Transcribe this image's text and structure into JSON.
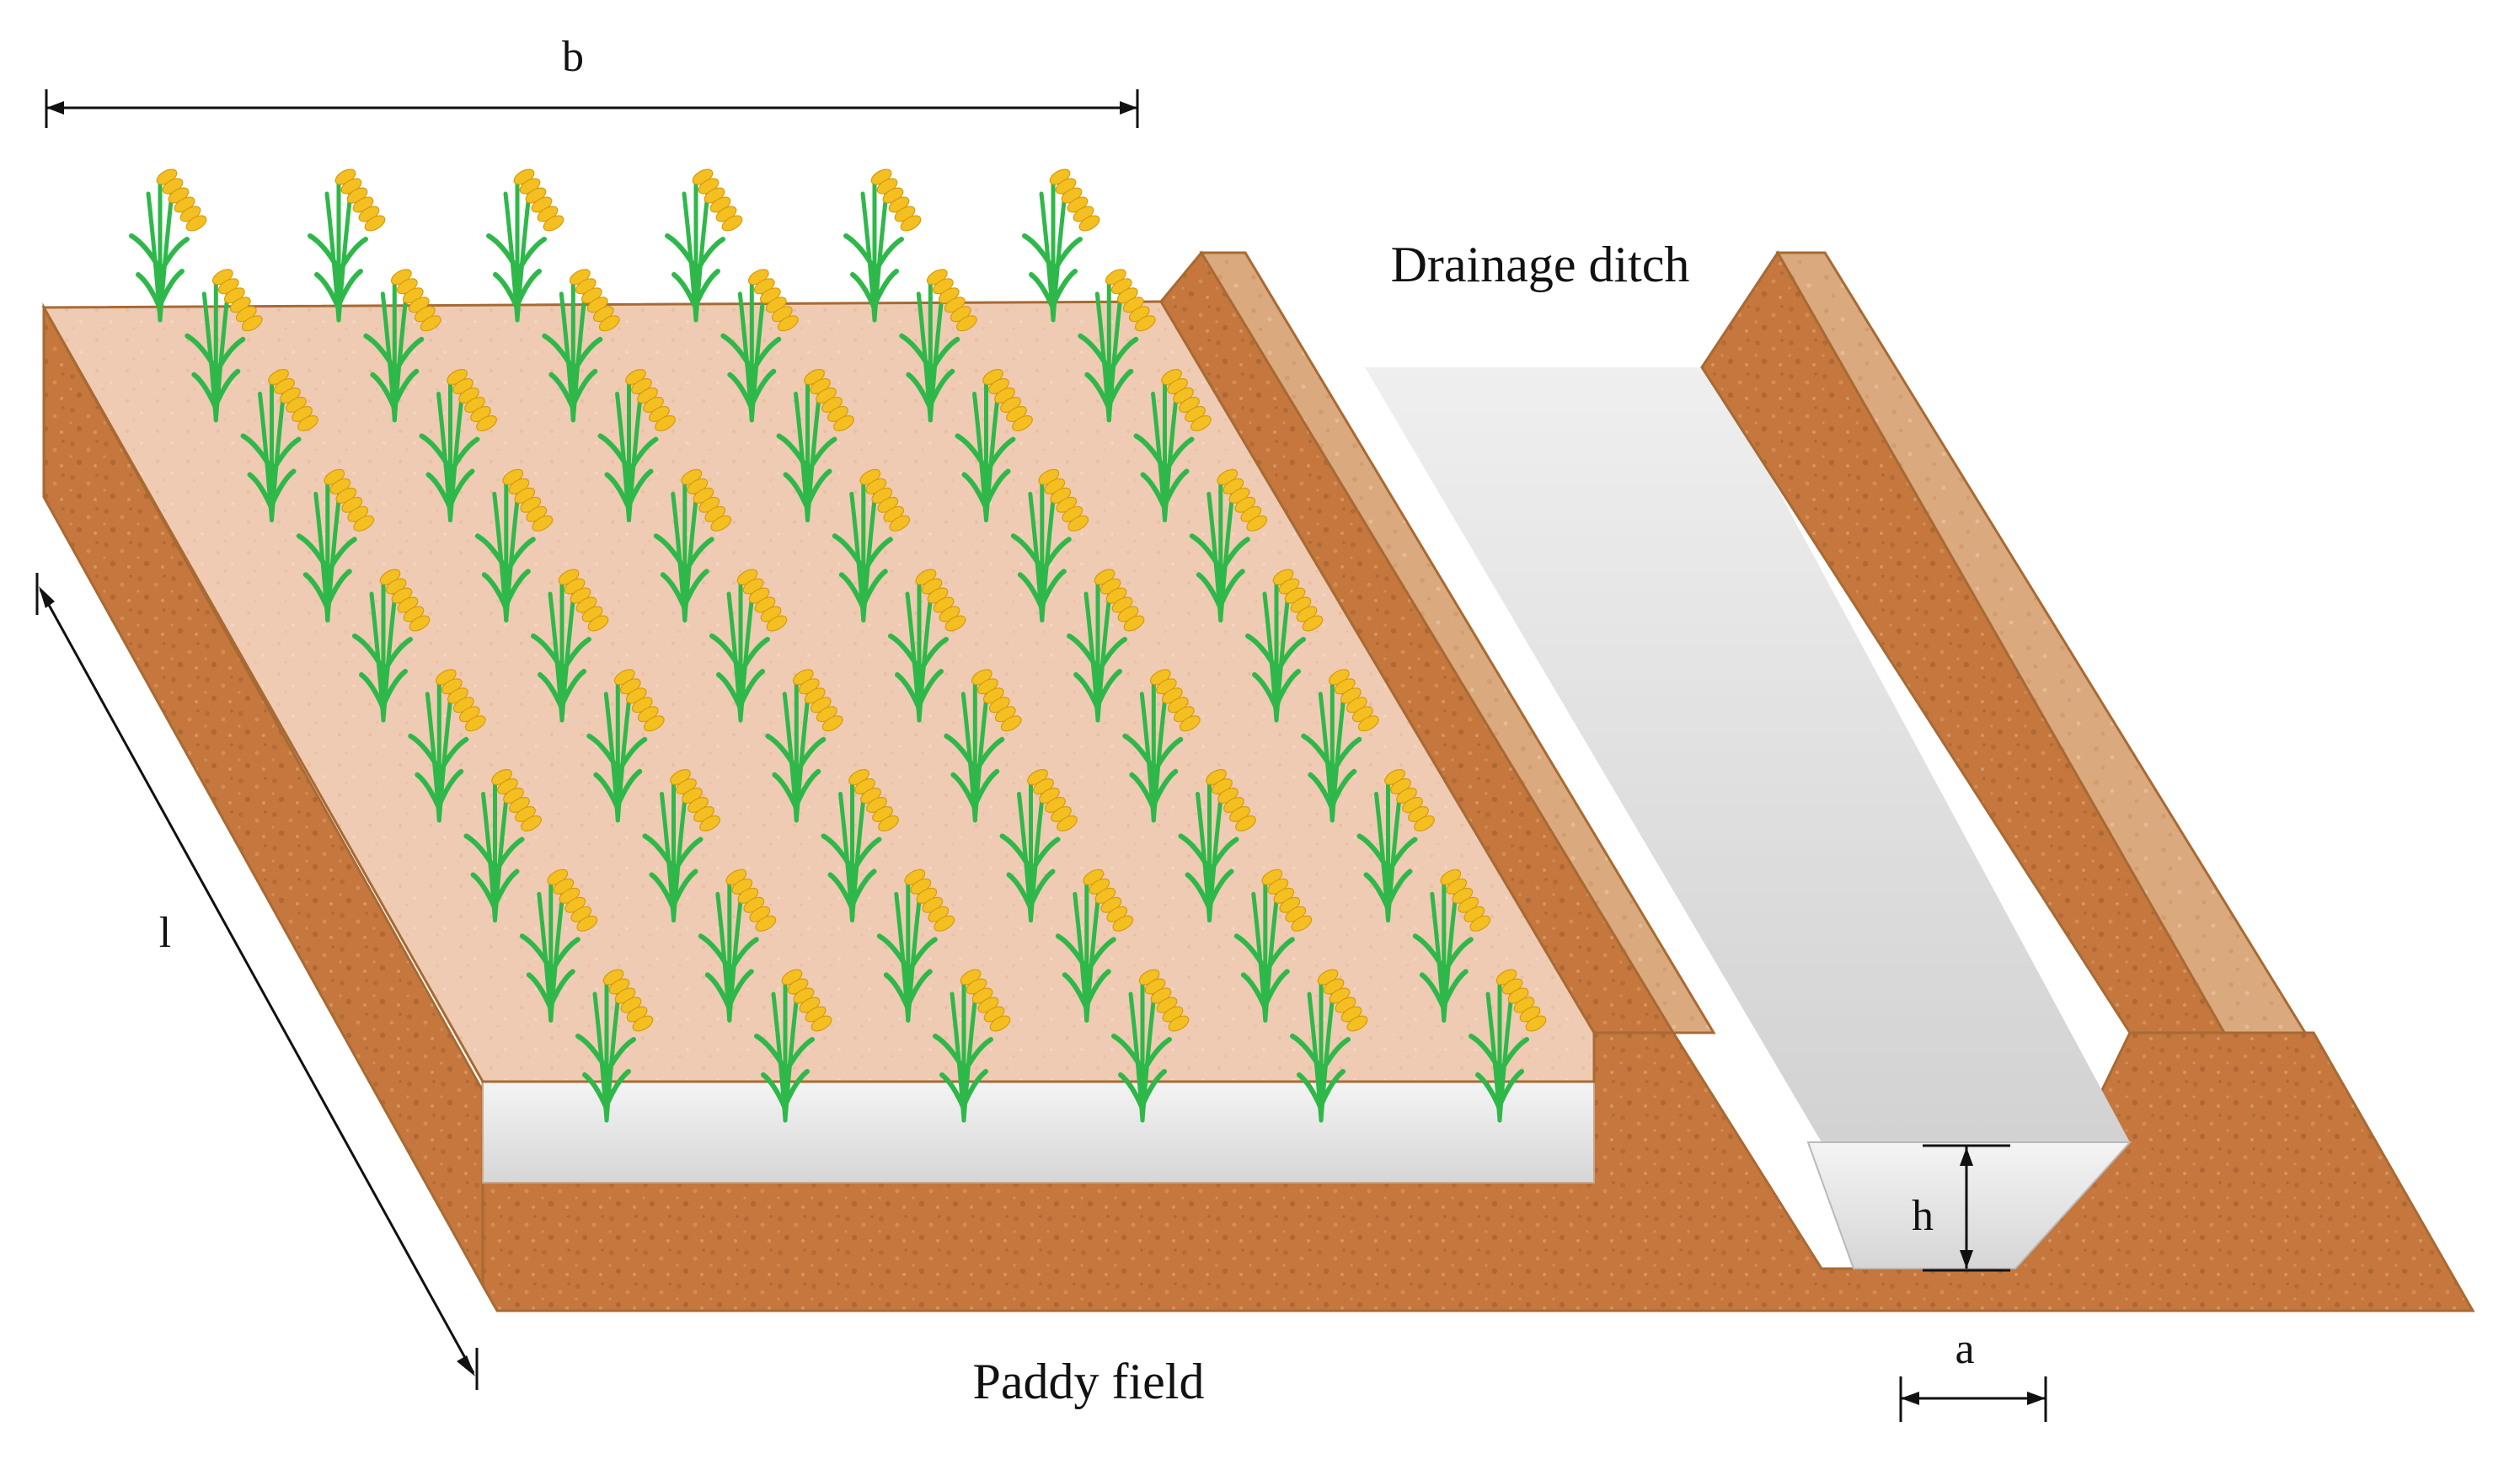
{
  "labels": {
    "dimension_b": "b",
    "dimension_l": "l",
    "dimension_h": "h",
    "dimension_a": "a",
    "drainage_ditch": "Drainage ditch",
    "paddy_field": "Paddy field"
  },
  "colors": {
    "soil": "#c5773e",
    "soil_dark": "#a5612e",
    "soil_light_top": "#e5b894",
    "field_surface": "#efcbb3",
    "ditch_water": "#dcdcdc",
    "water_layer": "#e4e4e4",
    "rice_stem": "#2fb84a",
    "rice_grain": "#f4c021",
    "outline": "#a86a33",
    "arrow": "#111111"
  },
  "crop": {
    "rows": 6,
    "plants_per_row": 9
  }
}
